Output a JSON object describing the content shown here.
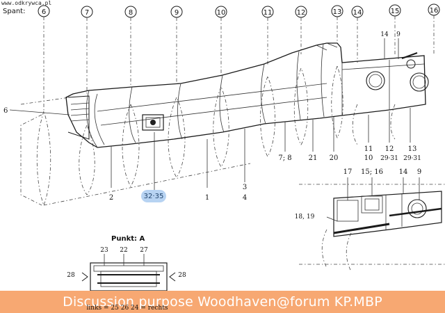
{
  "watermark": "www.odkrywca.pl",
  "spant_label": "Spant:",
  "frames": [
    "6",
    "7",
    "8",
    "9",
    "10",
    "11",
    "12",
    "13",
    "14",
    "15",
    "16"
  ],
  "left_side_label": "6",
  "main_bottom_labels": [
    "2",
    "1",
    "3",
    "4"
  ],
  "highlight_label": "32·35",
  "mid_labels": [
    "7; 8",
    "21",
    "20"
  ],
  "right_labels_top": [
    "14",
    "9"
  ],
  "right_labels_bottom": [
    "11",
    "10",
    "12",
    "29·31",
    "13",
    "29·31"
  ],
  "detail": {
    "top_labels": [
      "17",
      "15; 16",
      "14",
      "9"
    ],
    "side_label": "18, 19"
  },
  "punkt": {
    "title": "Punkt: A",
    "top_labels": [
      "23",
      "22",
      "27"
    ],
    "side_labels": [
      "28",
      "28"
    ],
    "bottom_text": "links = 25   26   24 = rechts"
  },
  "banner": {
    "text": "Discussion purpose Woodhaven@forum KP.MBP",
    "background": "#f7a872",
    "color": "#ffffff"
  }
}
